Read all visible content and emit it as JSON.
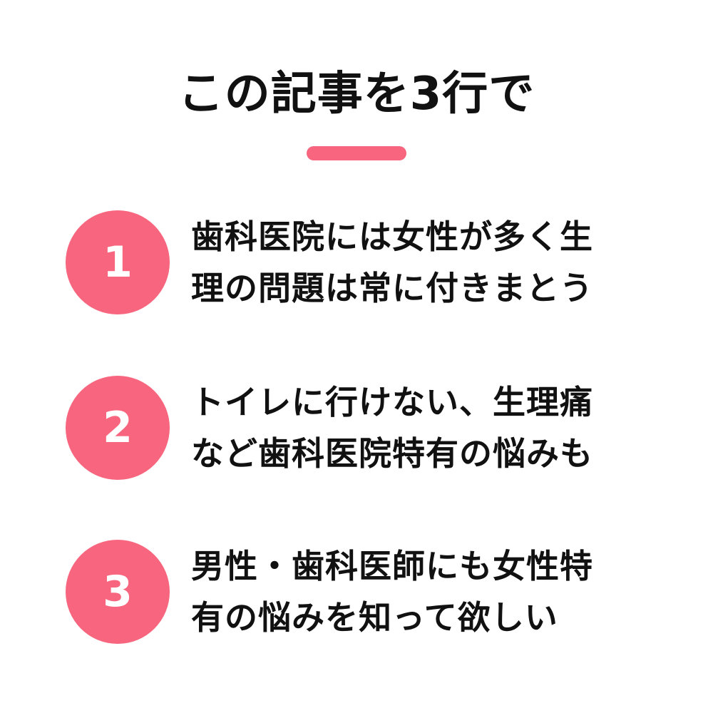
{
  "title": "この記事を3行で",
  "colors": {
    "accent": "#f7667e",
    "text": "#111111",
    "background": "#ffffff"
  },
  "items": [
    {
      "number": "1",
      "lines": [
        "歯科医院には女性が多く生",
        "理の問題は常に付きまとう"
      ]
    },
    {
      "number": "2",
      "lines": [
        "トイレに行けない、生理痛",
        "など歯科医院特有の悩みも"
      ]
    },
    {
      "number": "3",
      "lines": [
        "男性・歯科医師にも女性特",
        "有の悩みを知って欲しい"
      ]
    }
  ]
}
